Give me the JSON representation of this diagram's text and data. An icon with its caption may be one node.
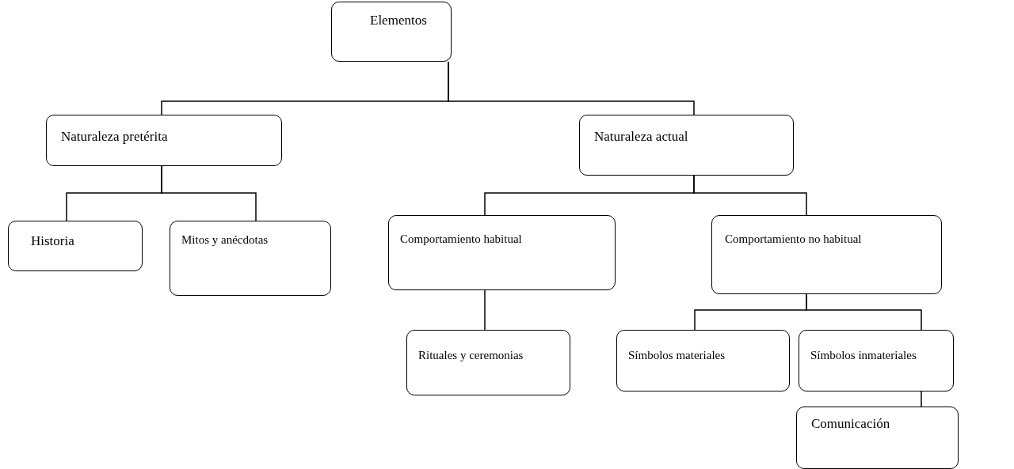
{
  "diagram": {
    "nodes": [
      {
        "text": [
          "Elementos"
        ]
      },
      {
        "text": [
          "Naturaleza pretérita"
        ]
      },
      {
        "text": [
          "Naturaleza actual"
        ]
      },
      {
        "text": [
          "Historia"
        ]
      },
      {
        "text": [
          "Mitos y anécdotas"
        ]
      },
      {
        "text": [
          "Comportamiento habitual"
        ]
      },
      {
        "text": [
          "Comportamiento no habitual"
        ]
      },
      {
        "text": [
          "Rituales y ceremonias"
        ]
      },
      {
        "text": [
          "Símbolos materiales"
        ]
      },
      {
        "text": [
          "Símbolos inmateriales"
        ]
      },
      {
        "text": [
          "Comunicación"
        ]
      }
    ],
    "edges": [
      {
        "from": 0,
        "to": 1,
        "arrow": "none"
      },
      {
        "from": 0,
        "to": 2,
        "arrow": "none"
      },
      {
        "from": 1,
        "to": 3,
        "arrow": "none"
      },
      {
        "from": 1,
        "to": 4,
        "arrow": "none"
      },
      {
        "from": 2,
        "to": 5,
        "arrow": "none"
      },
      {
        "from": 2,
        "to": 6,
        "arrow": "none"
      },
      {
        "from": 5,
        "to": 7,
        "arrow": "none"
      },
      {
        "from": 6,
        "to": 8,
        "arrow": "none"
      },
      {
        "from": 6,
        "to": 9,
        "arrow": "none"
      },
      {
        "from": 9,
        "to": 10,
        "arrow": "none"
      }
    ]
  }
}
